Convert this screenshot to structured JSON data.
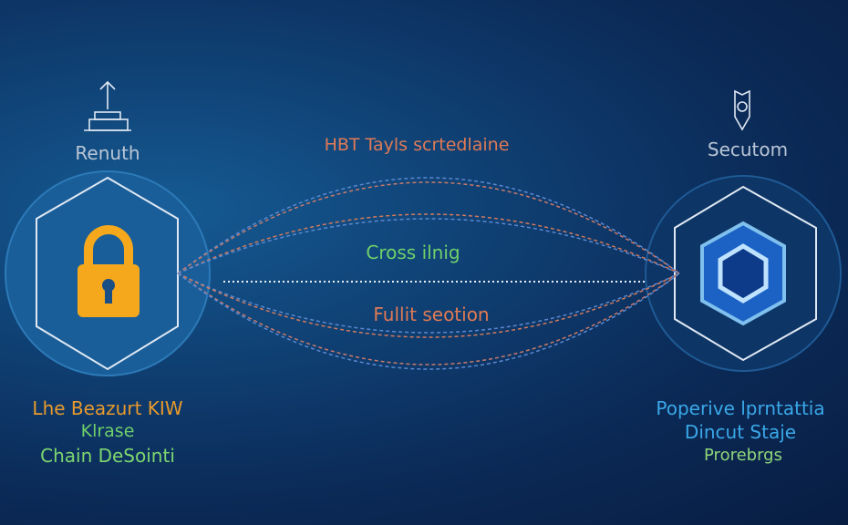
{
  "left_node": {
    "title": "Renuth",
    "icon": "upload-server-icon",
    "lock_icon": "padlock-icon",
    "labels": [
      "Lhe Beazurt KIW",
      "Klrase",
      "Chain DeSointi"
    ]
  },
  "right_node": {
    "title": "Secutom",
    "icon": "shield-icon",
    "hex_icon": "hexagon-icon",
    "labels": [
      "Poperive lprntattia",
      "Dincut Staje",
      "Prorebrgs"
    ]
  },
  "links": {
    "top_label": "HBT Tayls scrtedlaine",
    "middle_label": "Cross ilnig",
    "bottom_label": "Fullit seotion"
  },
  "colors": {
    "orange": "#e07a55",
    "green": "#6fd06a",
    "blue": "#3aa8e8",
    "lock": "#f5a81c",
    "label_gray": "#b9c6d6"
  }
}
